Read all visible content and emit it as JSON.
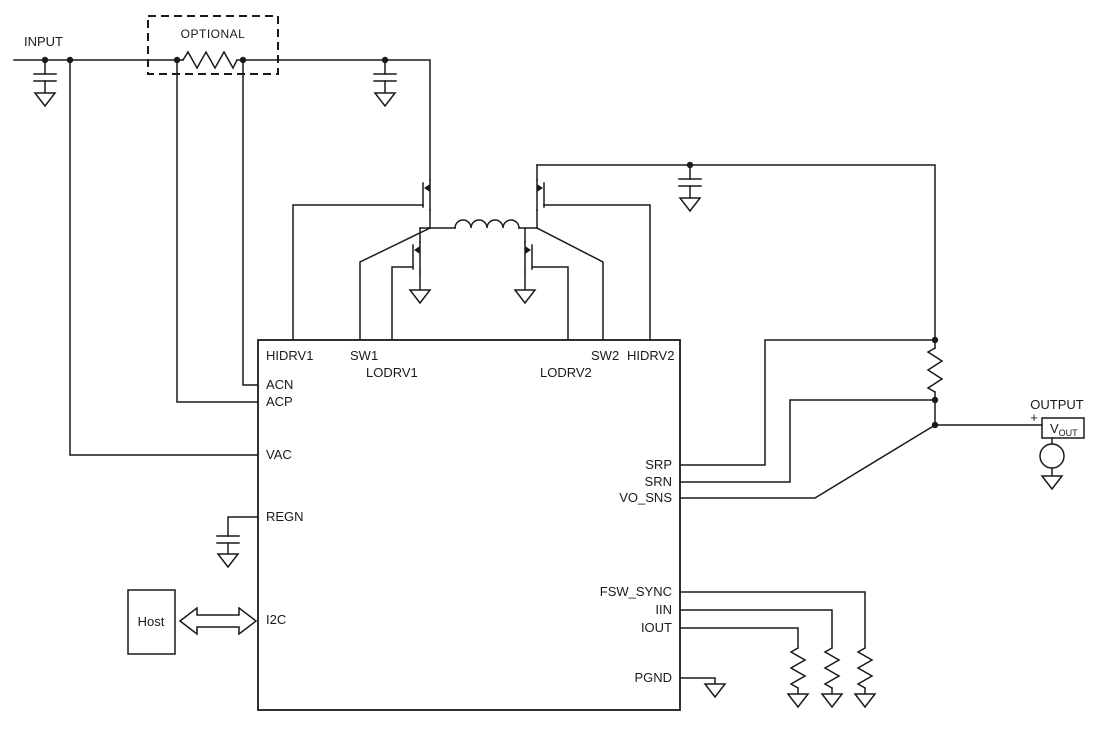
{
  "labels": {
    "input": "INPUT",
    "optional": "OPTIONAL",
    "output": "OUTPUT",
    "host": "Host",
    "vout_plus": "+",
    "vout_name": "V",
    "vout_subscript": "OUT"
  },
  "ic": {
    "pins_top": [
      "HIDRV1",
      "SW1",
      "LODRV1",
      "LODRV2",
      "SW2",
      "HIDRV2"
    ],
    "pins_left": [
      "ACN",
      "ACP",
      "VAC",
      "REGN",
      "I2C"
    ],
    "pins_right": [
      "SRP",
      "SRN",
      "VO_SNS",
      "FSW_SYNC",
      "IIN",
      "IOUT",
      "PGND"
    ]
  },
  "colors": {
    "stroke": "#1a1a1a",
    "background": "#ffffff"
  }
}
